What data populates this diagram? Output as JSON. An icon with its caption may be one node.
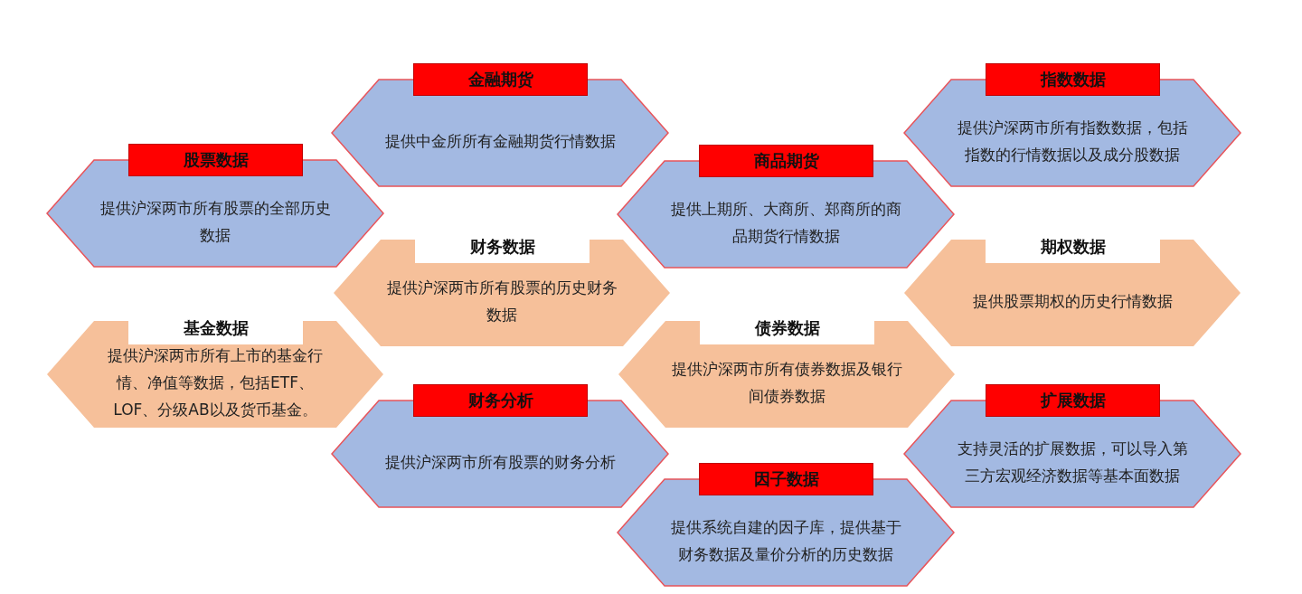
{
  "diagram": {
    "nodes": [
      {
        "text": [
          "金融期货"
        ]
      },
      {
        "text": [
          "提供中金所所有金融期货行情数据"
        ]
      },
      {
        "text": [
          "指数数据"
        ]
      },
      {
        "text": [
          "提供沪深两市所有指数数据，包括指数的行情数据以及成分股数据"
        ]
      },
      {
        "text": [
          "股票数据"
        ]
      },
      {
        "text": [
          "提供沪深两市所有股票的全部历史数据"
        ]
      },
      {
        "text": [
          "商品期货"
        ]
      },
      {
        "text": [
          "提供上期所、大商所、郑商所的商品期货行情数据"
        ]
      },
      {
        "text": [
          "财务数据",
          "提供沪深两市所有股票的历史财务数据"
        ]
      },
      {
        "text": [
          "期权数据",
          "提供股票期权的历史行情数据"
        ]
      },
      {
        "text": [
          "基金数据",
          "提供沪深两市所有上市的基金行情、净值等数据，包括ETF、LOF、分级AB以及货币基金。"
        ]
      },
      {
        "text": [
          "债券数据",
          "提供沪深两市所有债券数据及银行间债券数据"
        ]
      },
      {
        "text": [
          "财务分析"
        ]
      },
      {
        "text": [
          "提供沪深两市所有股票的财务分析"
        ]
      },
      {
        "text": [
          "扩展数据"
        ]
      },
      {
        "text": [
          "支持灵活的扩展数据，可以导入第三方宏观经济数据等基本面数据"
        ]
      },
      {
        "text": [
          "因子数据"
        ]
      },
      {
        "text": [
          "提供系统自建的因子库，提供基于财务数据及量价分析的历史数据"
        ]
      }
    ]
  }
}
